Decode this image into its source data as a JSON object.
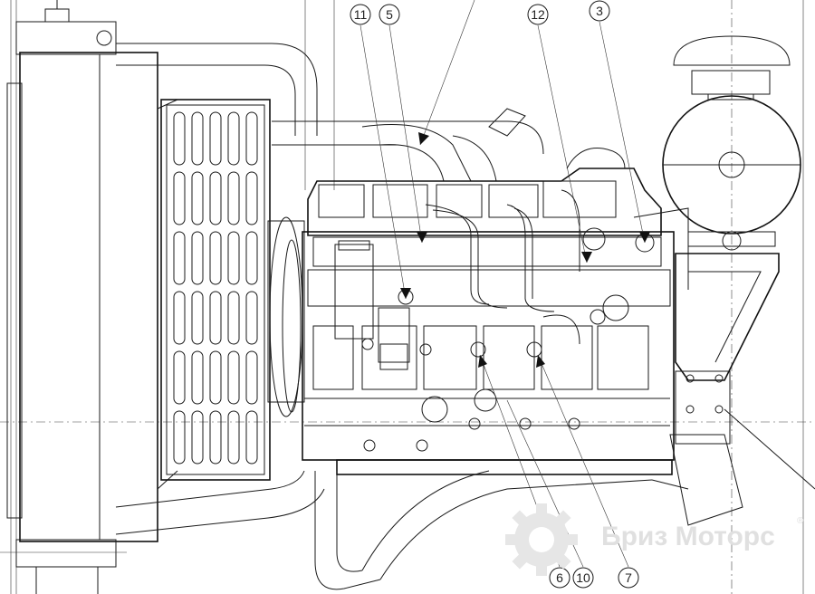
{
  "callouts": [
    {
      "id": "c11",
      "label": "11"
    },
    {
      "id": "c5",
      "label": "5"
    },
    {
      "id": "c12",
      "label": "12"
    },
    {
      "id": "c3",
      "label": "3"
    },
    {
      "id": "c6",
      "label": "6"
    },
    {
      "id": "c10",
      "label": "10"
    },
    {
      "id": "c7",
      "label": "7"
    }
  ],
  "watermark": {
    "brand_text": "Бриз Моторс",
    "registered_mark": "®",
    "logo": "gear-logo"
  },
  "colors": {
    "line": "#1a1a1a",
    "background": "#ffffff",
    "watermark": "#e0e0e0"
  }
}
